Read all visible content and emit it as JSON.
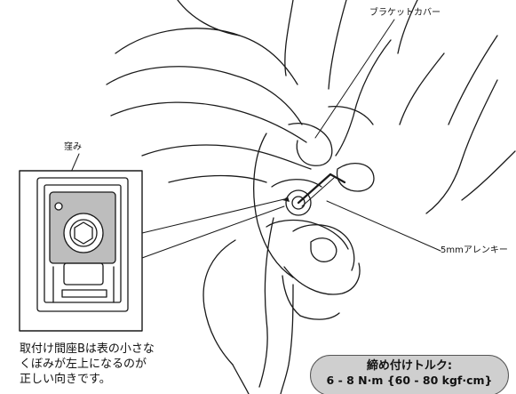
{
  "labels": {
    "bracket_cover": "ブラケットカバー",
    "recess": "窪み",
    "allen_key": "5mmアレンキー"
  },
  "note": {
    "line1": "取付け間座Bは表の小さな",
    "line2": "くぼみが左上になるのが",
    "line3": "正しい向きです。"
  },
  "torque": {
    "title": "締め付けトルク:",
    "value": "6 - 8 N·m {60 - 80 kgf·cm}"
  },
  "colors": {
    "line": "#1a1a1a",
    "inset_fill": "#bdbdbd",
    "torque_fill": "#cfcfcf"
  }
}
